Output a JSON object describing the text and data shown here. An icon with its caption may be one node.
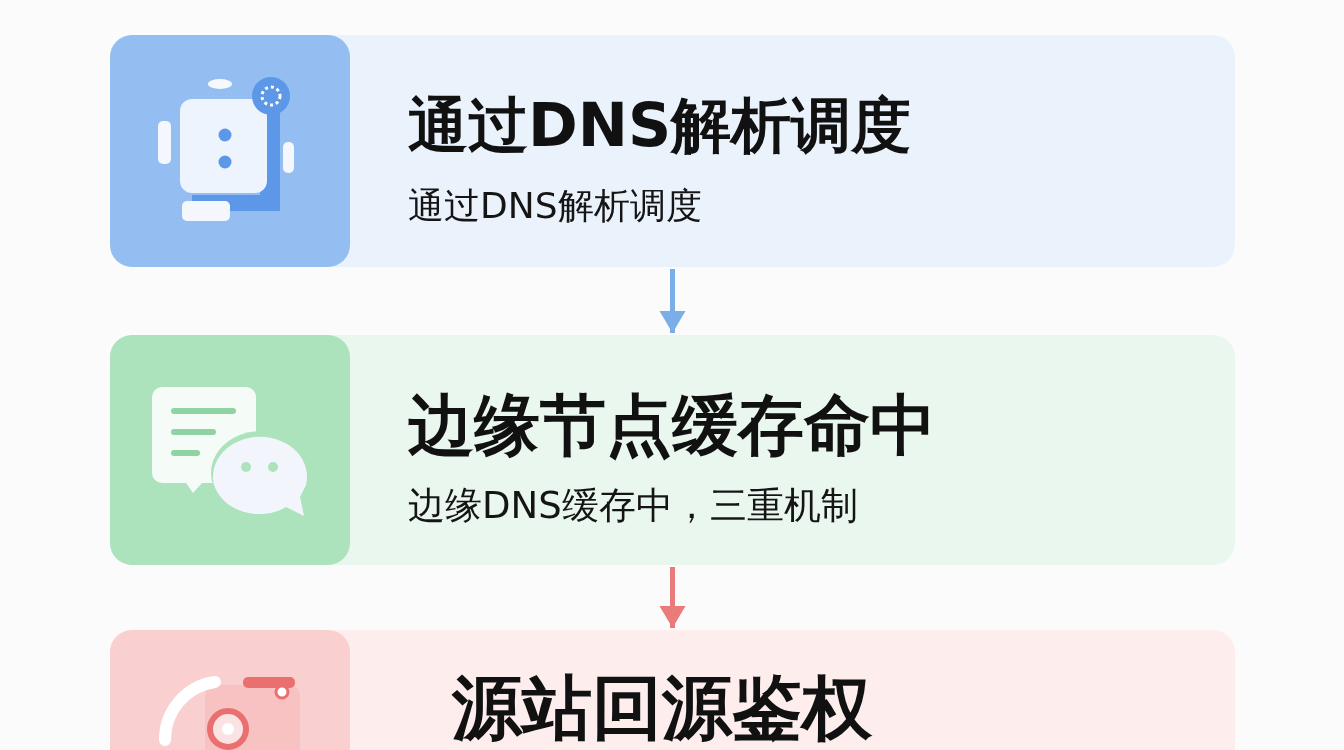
{
  "diagram": {
    "nodes": [
      {
        "text": [
          "通过DNS解析调度",
          "通过DNS解析调度"
        ]
      },
      {
        "text": [
          "边缘节点缓存命中",
          "边缘DNS缓存中，三重机制"
        ]
      },
      {
        "text": [
          "源站回源鉴权"
        ]
      }
    ],
    "edges": [
      {
        "from": 0,
        "to": 1,
        "arrow": "to",
        "color": "#79aee9"
      },
      {
        "from": 1,
        "to": 2,
        "arrow": "to",
        "color": "#ea7b7b"
      }
    ]
  }
}
